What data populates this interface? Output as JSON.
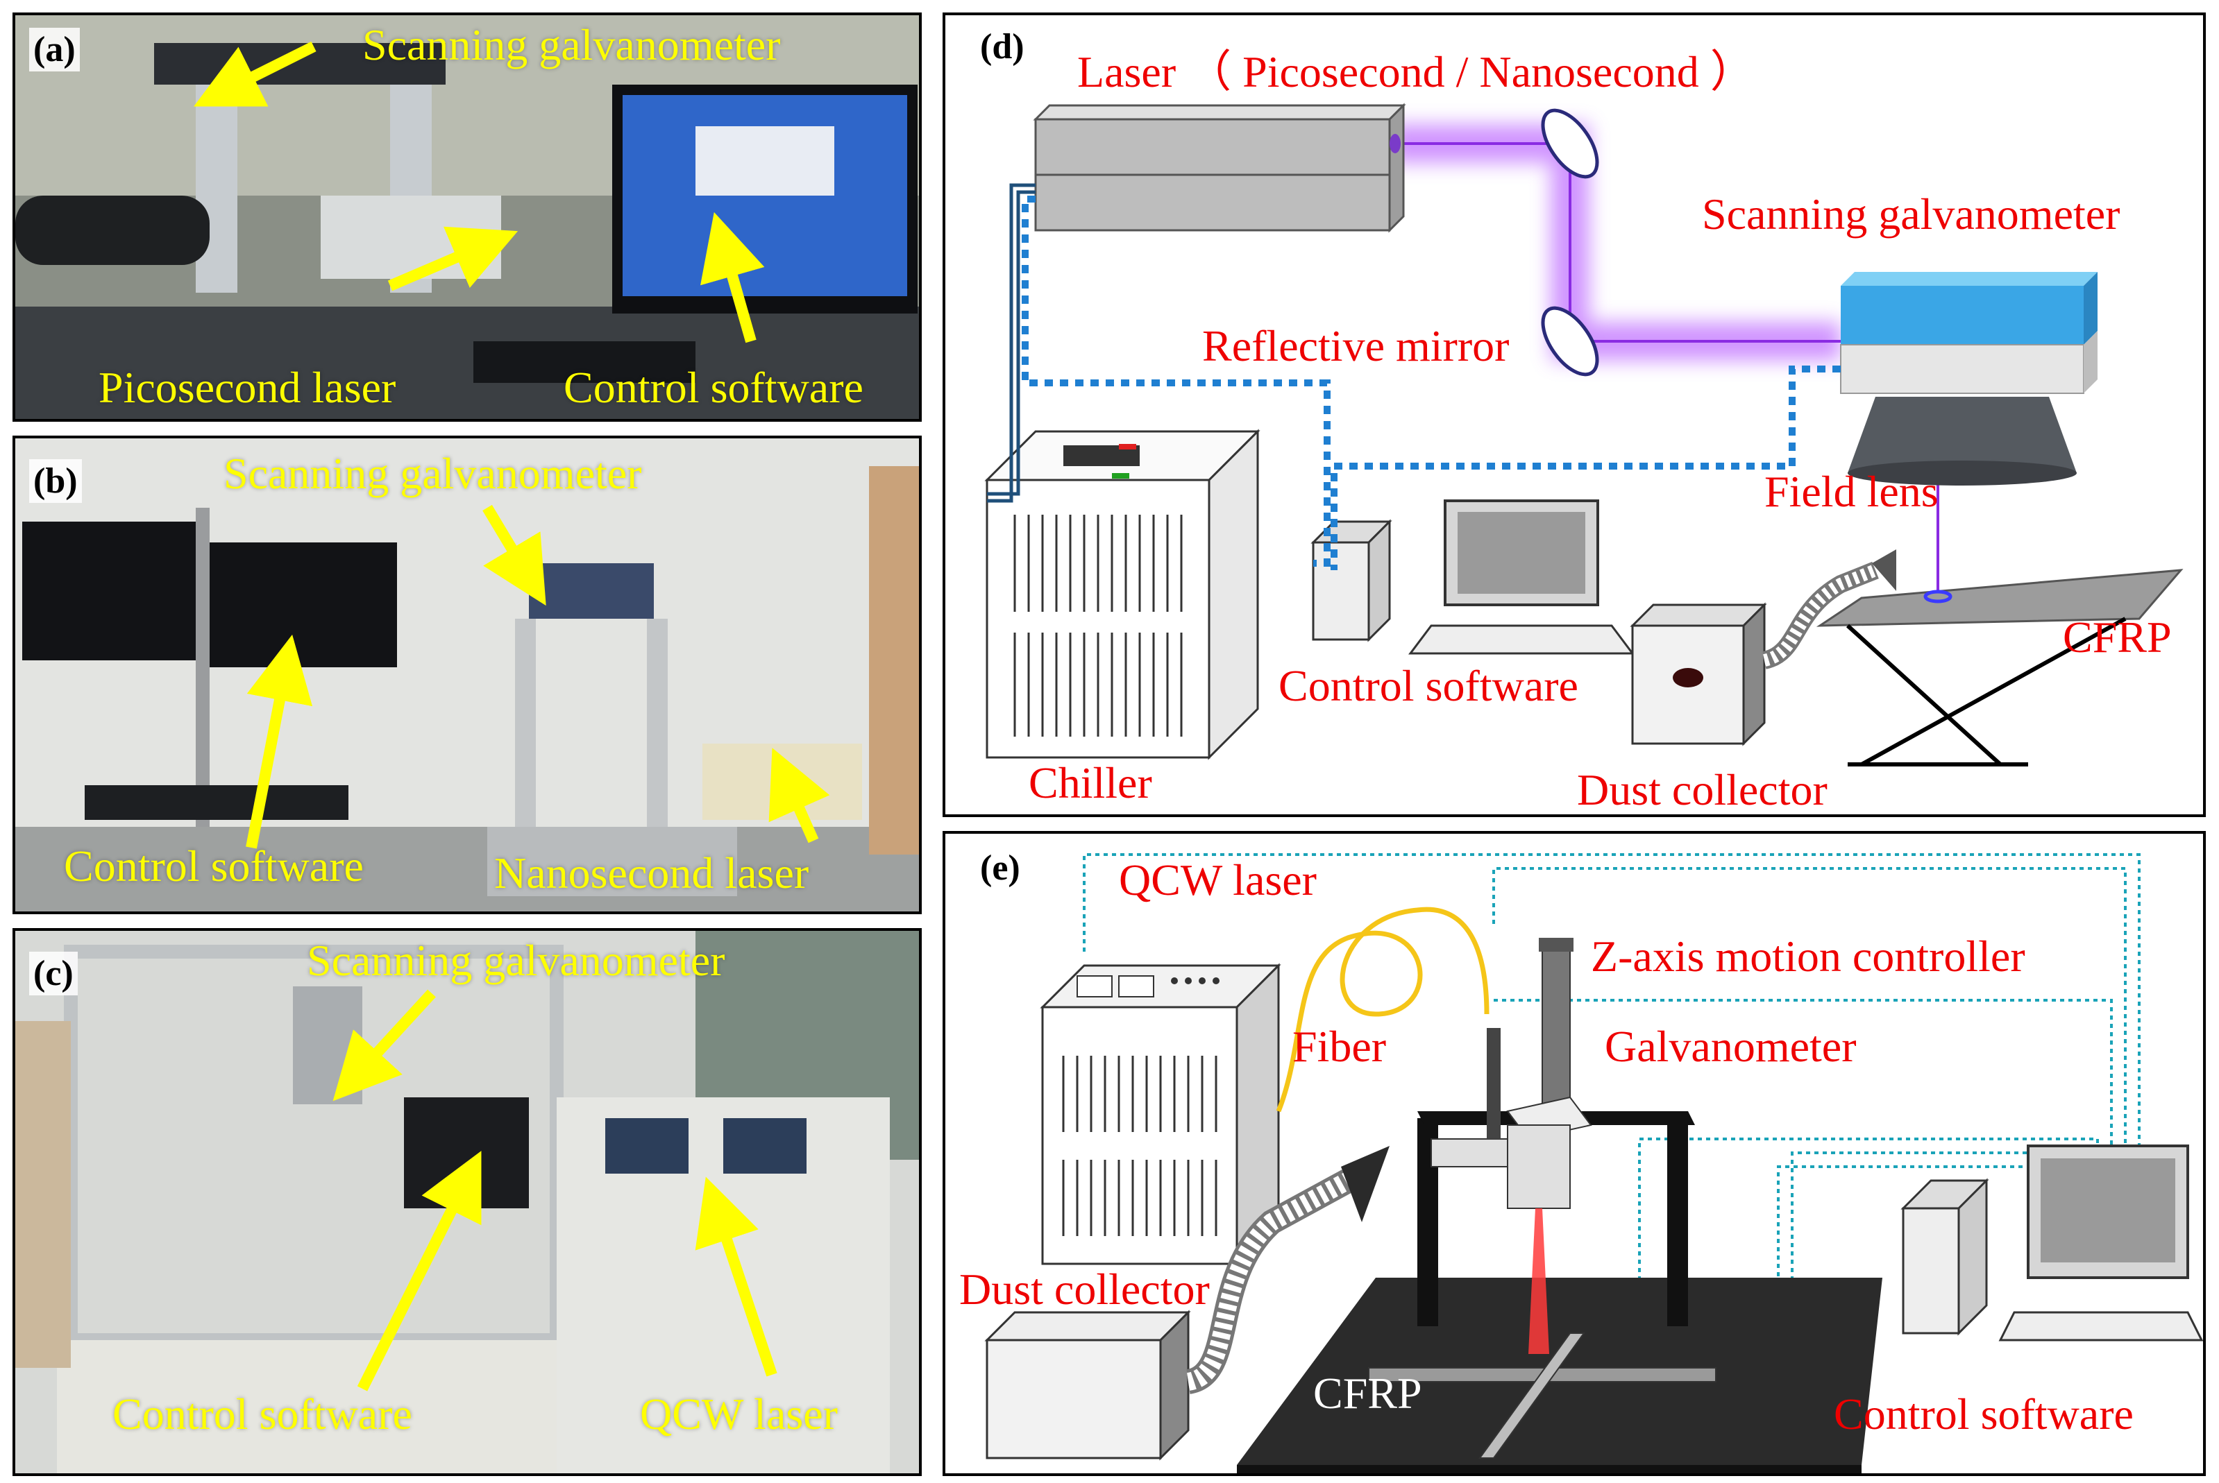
{
  "panel_a": {
    "letter": "(a)",
    "labels": {
      "scanning_galvanometer": "Scanning  galvanometer",
      "picosecond_laser": "Picosecond laser",
      "control_software": "Control software"
    }
  },
  "panel_b": {
    "letter": "(b)",
    "labels": {
      "scanning_galvanometer": "Scanning  galvanometer",
      "control_software": "Control software",
      "nanosecond_laser": "Nanosecond laser"
    }
  },
  "panel_c": {
    "letter": "(c)",
    "labels": {
      "scanning_galvanometer": "Scanning  galvanometer",
      "control_software": "Control software",
      "qcw_laser": "QCW  laser"
    }
  },
  "panel_d": {
    "letter": "(d)",
    "labels": {
      "laser": "Laser （ Picosecond / Nanosecond ）",
      "scanning_galvanometer": "Scanning  galvanometer",
      "reflective_mirror": "Reflective mirror",
      "field_lens": "Field lens",
      "cfrp": "CFRP",
      "control_software": "Control software",
      "chiller": "Chiller",
      "dust_collector": "Dust collector"
    }
  },
  "panel_e": {
    "letter": "(e)",
    "labels": {
      "qcw_laser": "QCW laser",
      "z_axis": "Z-axis motion controller",
      "fiber": "Fiber",
      "galvanometer": "Galvanometer",
      "dust_collector": "Dust collector",
      "cfrp": "CFRP",
      "control_software": "Control software"
    }
  },
  "colors": {
    "label_photo": "#ffff00",
    "label_diagram": "#ee0000",
    "laser_beam": "#b14cff",
    "cooling_line": "#1f7fd1",
    "signal_line": "#1aa3b8",
    "fiber": "#f5c518"
  }
}
